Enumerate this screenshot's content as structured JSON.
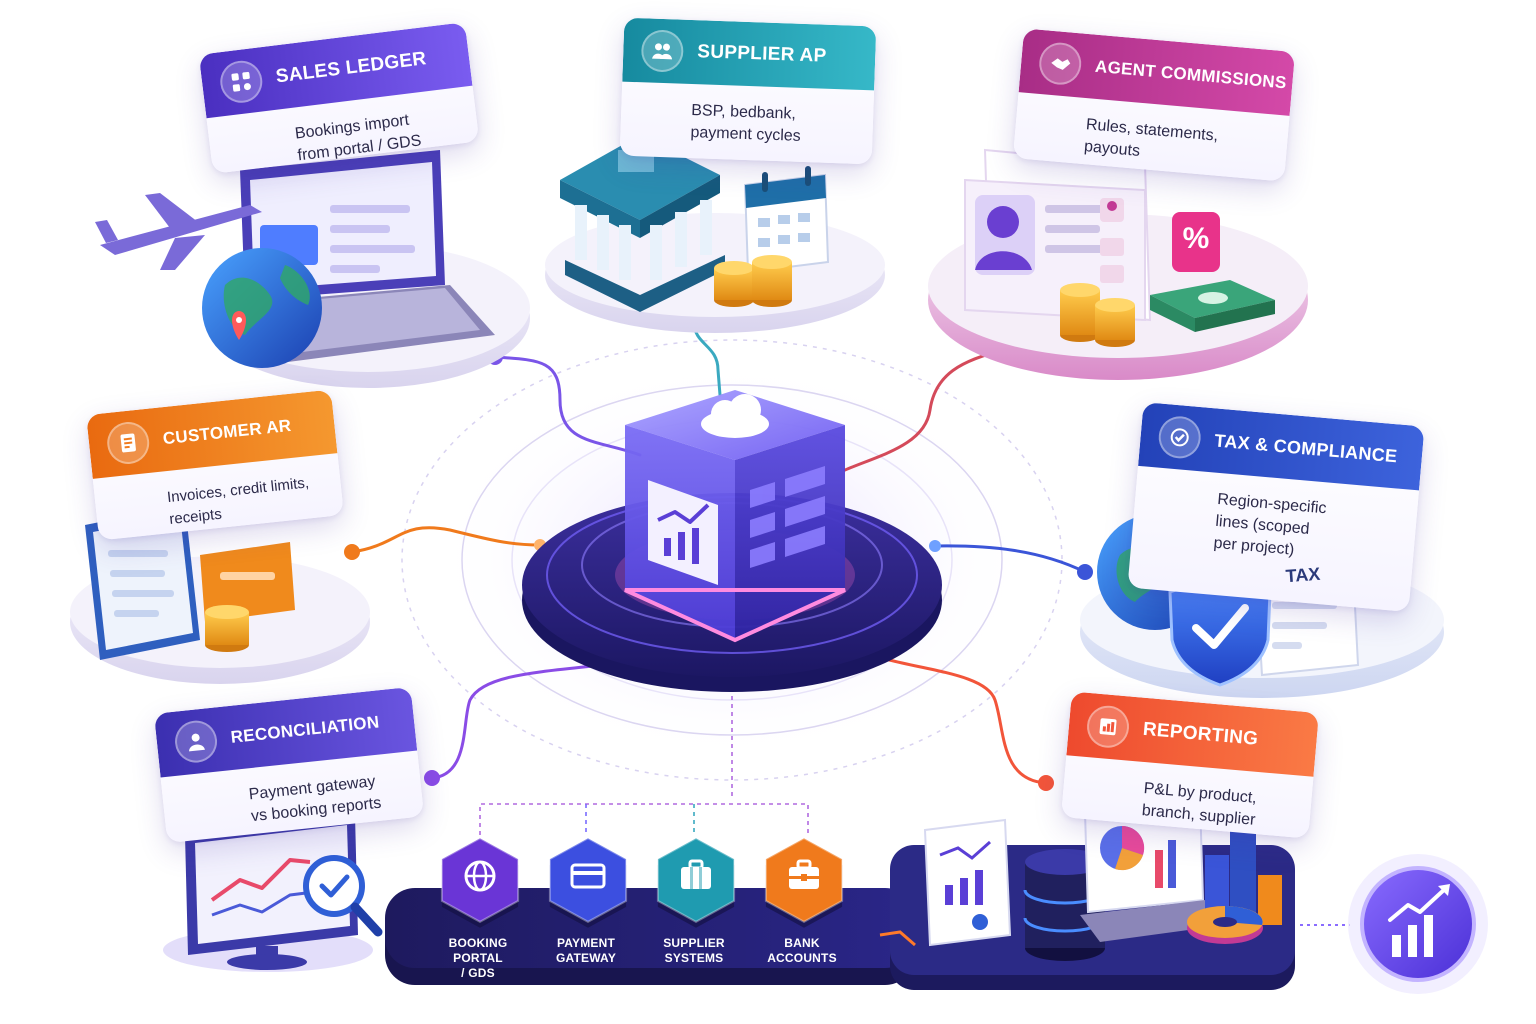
{
  "modules": {
    "sales_ledger": {
      "title": "SALES LEDGER",
      "desc": "Bookings import\nfrom portal / GDS",
      "color": "#5b3fd1",
      "icon": "grid-icon"
    },
    "supplier_ap": {
      "title": "SUPPLIER AP",
      "desc": "BSP, bedbank,\npayment cycles",
      "color": "#1f9bb0",
      "icon": "people-icon"
    },
    "agent_commissions": {
      "title": "AGENT COMMISSIONS",
      "desc": "Rules, statements,\npayouts",
      "color": "#c23a95",
      "icon": "handshake-icon"
    },
    "customer_ar": {
      "title": "CUSTOMER AR",
      "desc": "Invoices, credit limits,\nreceipts",
      "color": "#f07a1c",
      "icon": "invoice-icon"
    },
    "tax_compliance": {
      "title": "TAX & COMPLIANCE",
      "desc": "Region-specific\nlines (scoped\nper project)",
      "color": "#2f4fc2",
      "icon": "compliance-icon"
    },
    "reconciliation": {
      "title": "RECONCILIATION",
      "desc": "Payment gateway\nvs booking reports",
      "color": "#4b3cc4",
      "icon": "reconcile-icon"
    },
    "reporting": {
      "title": "REPORTING",
      "desc": "P&L by product,\nbranch, supplier",
      "color": "#f2553a",
      "icon": "report-icon"
    }
  },
  "sources": [
    {
      "label": "BOOKING PORTAL\n/ GDS",
      "color": "#6a35d6",
      "icon": "globe-icon"
    },
    {
      "label": "PAYMENT\nGATEWAY",
      "color": "#3c4fe0",
      "icon": "card-icon"
    },
    {
      "label": "SUPPLIER\nSYSTEMS",
      "color": "#1f9bb0",
      "icon": "briefcase-icon"
    },
    {
      "label": "BANK\nACCOUNTS",
      "color": "#f07a1c",
      "icon": "bank-case-icon"
    }
  ],
  "illustrations": {
    "tax_doc_label": "TAX",
    "percent_label": "%"
  }
}
